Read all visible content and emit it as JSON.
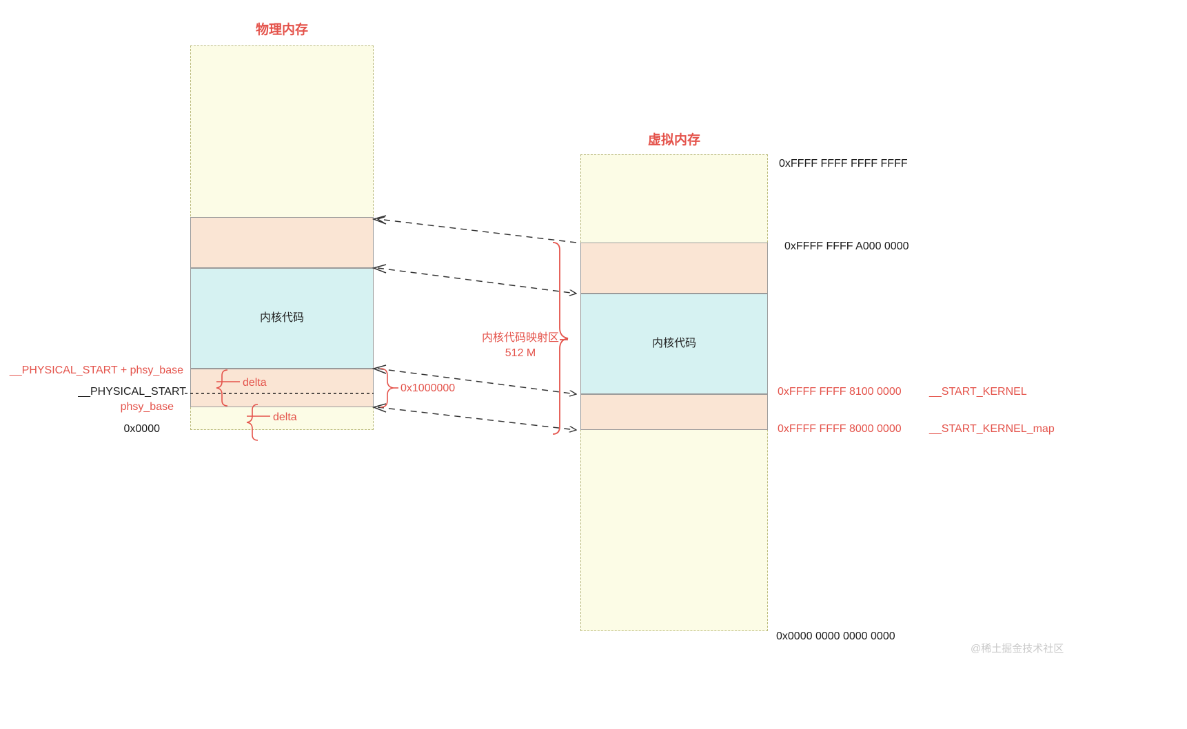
{
  "diagram": {
    "colors": {
      "accent_red": "#e4534b",
      "block_orange": "#fae5d4",
      "block_cyan": "#d6f2f2",
      "region_fill": "#fcfce6",
      "region_border": "#b9b97a",
      "text_black": "#1a1a1a",
      "arrow": "#333333",
      "watermark": "#c9c9c9"
    },
    "physical": {
      "title": "物理内存",
      "kernel_code_label": "内核代码",
      "left_labels": {
        "physical_start_plus_base": "__PHYSICAL_START + phsy_base",
        "physical_start": "__PHYSICAL_START",
        "phsy_base": "phsy_base",
        "zero": "0x0000"
      },
      "delta_upper": "delta",
      "delta_lower": "delta"
    },
    "virtual": {
      "title": "虚拟内存",
      "kernel_code_label": "内核代码",
      "addresses": {
        "top": "0xFFFF FFFF FFFF FFFF",
        "a000": "0xFFFF FFFF A000 0000",
        "k8100": "0xFFFF FFFF 8100 0000",
        "k8000": "0xFFFF FFFF 8000 0000",
        "bottom": "0x0000 0000 0000 0000"
      },
      "symbols": {
        "start_kernel": "__START_KERNEL",
        "start_kernel_map": "__START_KERNEL_map"
      }
    },
    "middle": {
      "map_region_label": "内核代码映射区",
      "map_region_size": "512 M",
      "offset_label": "0x1000000"
    },
    "watermark": "@稀土掘金技术社区"
  }
}
